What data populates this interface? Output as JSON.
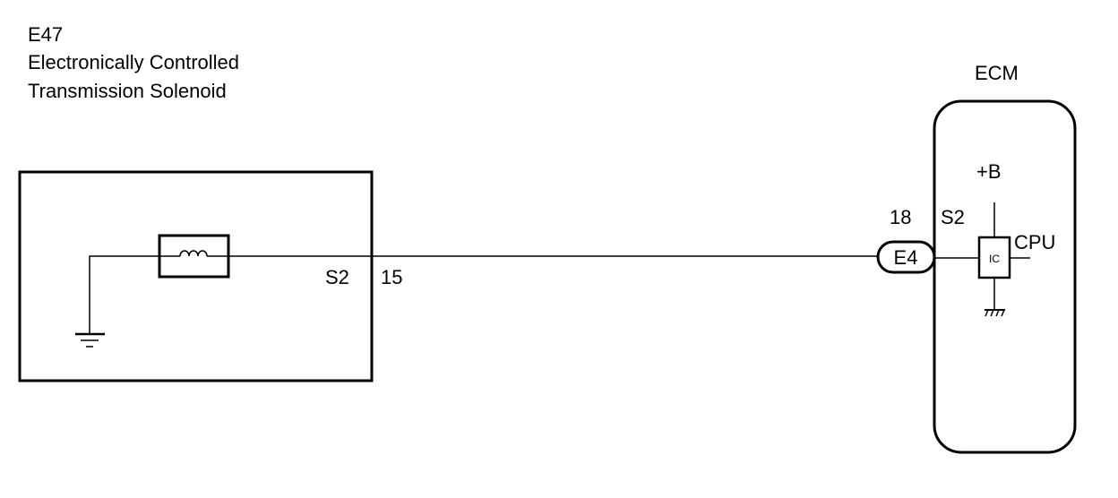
{
  "component": {
    "code": "E47",
    "name_line1": "Electronically Controlled",
    "name_line2": "Transmission Solenoid",
    "pin_name": "S2",
    "pin_number": "15"
  },
  "ecm": {
    "title": "ECM",
    "connector": "E4",
    "pin_number": "18",
    "pin_name": "S2",
    "supply": "+B",
    "ic": "IC",
    "cpu": "CPU"
  },
  "colors": {
    "line": "#000000",
    "background": "#ffffff"
  }
}
